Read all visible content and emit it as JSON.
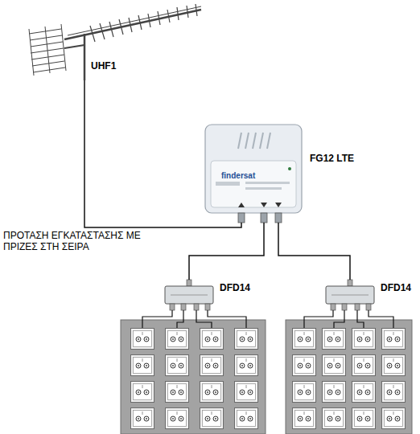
{
  "diagram": {
    "nodes": [
      {
        "text": [
          "UHF1"
        ]
      },
      {
        "text": [
          "findersat",
          "FG12 LTE"
        ]
      },
      {
        "text": [
          "DFD14"
        ]
      },
      {
        "text": [
          "DFD14"
        ]
      }
    ],
    "edges": [
      {
        "from": 0,
        "to": 1,
        "arrow": "none"
      },
      {
        "from": 1,
        "to": 2,
        "arrow": "none"
      },
      {
        "from": 1,
        "to": 3,
        "arrow": "none"
      }
    ],
    "labels": [
      "ΠΡΟΤΑΣΗ ΕΓΚΑΤΑΣΤΑΣΗΣ ΜΕ ΠΡΙΖΕΣ ΣΤΗ ΣΕΙΡΑ"
    ]
  }
}
